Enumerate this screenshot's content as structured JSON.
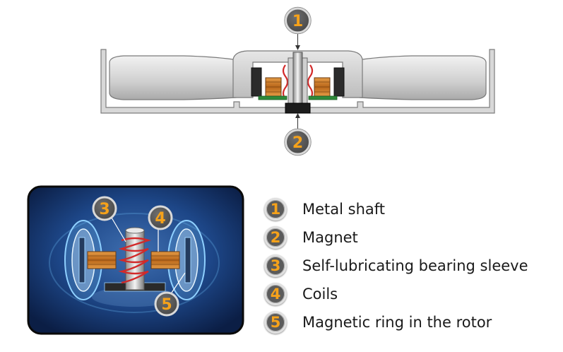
{
  "callouts": {
    "top": "1",
    "bottom": "2",
    "inset_left": "3",
    "inset_right": "4",
    "inset_bottom": "5"
  },
  "legend": [
    {
      "number": "1",
      "label": "Metal shaft"
    },
    {
      "number": "2",
      "label": "Magnet"
    },
    {
      "number": "3",
      "label": "Self-lubricating bearing sleeve"
    },
    {
      "number": "4",
      "label": "Coils"
    },
    {
      "number": "5",
      "label": "Magnetic ring in the rotor"
    }
  ],
  "colors": {
    "badge_fill": "#5b5b5b",
    "badge_number": "#f6a21a",
    "inset_bg": "#1c3e7a",
    "coil": "#c8741e",
    "spring": "#d22a2a"
  }
}
